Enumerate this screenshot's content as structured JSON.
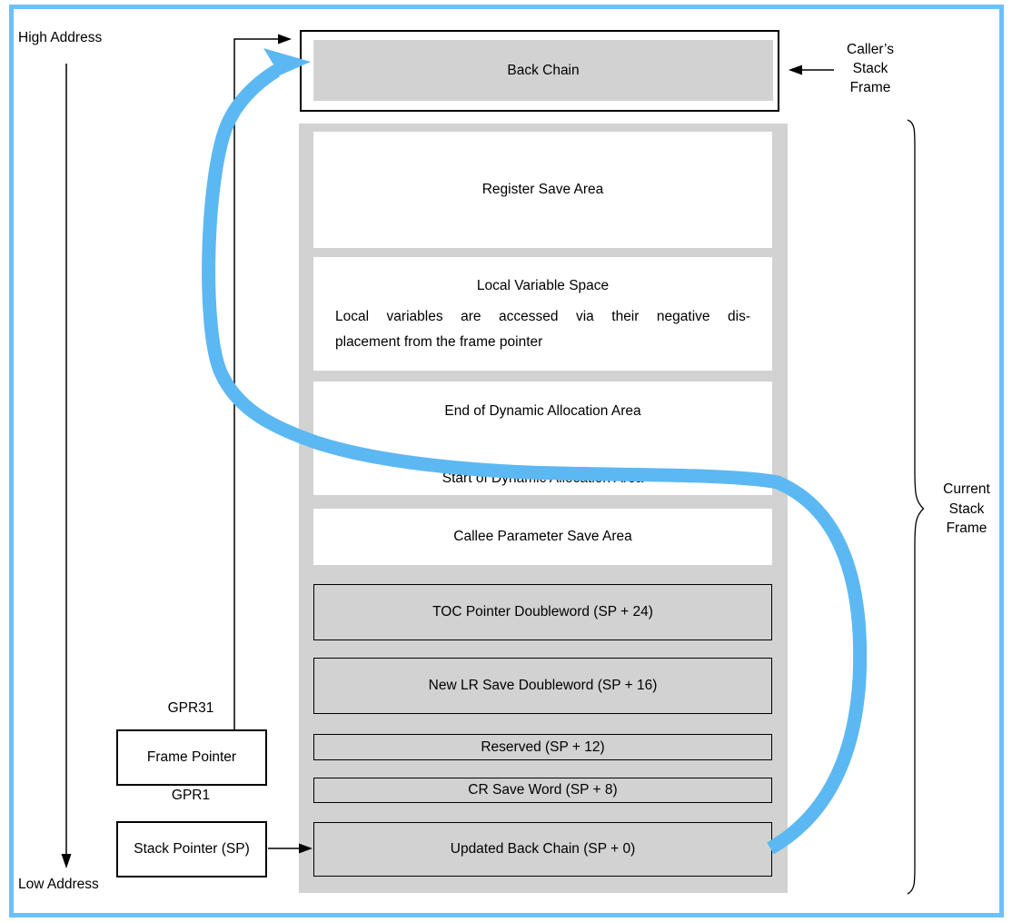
{
  "colors": {
    "accent_blue": "#5cb8f2",
    "frame_border_blue": "#6ec0f7",
    "panel_gray": "#d2d2d2"
  },
  "labels": {
    "high_address": "High Address",
    "low_address": "Low Address",
    "caller_stack_frame": "Caller’s\nStack\nFrame",
    "current_stack_frame": "Current\nStack\nFrame",
    "gpr31": "GPR31",
    "gpr1": "GPR1"
  },
  "registers": {
    "frame_pointer": "Frame Pointer",
    "stack_pointer": "Stack Pointer (SP)"
  },
  "stack_slots": {
    "back_chain": "Back Chain",
    "register_save": "Register Save Area",
    "local_variable_title": "Local Variable Space",
    "local_variable_desc_line1": "Local variables are accessed via their negative dis-",
    "local_variable_desc_line2": "placement from the frame pointer",
    "dynamic_end": "End of Dynamic Allocation Area",
    "dynamic_start": "Start of Dynamic Allocation Area",
    "callee_param_save": "Callee Parameter Save Area",
    "toc_pointer": "TOC Pointer Doubleword (SP + 24)",
    "new_lr_save": "New LR Save Doubleword (SP + 16)",
    "reserved": "Reserved (SP + 12)",
    "cr_save": "CR Save Word (SP + 8)",
    "updated_back_chain": "Updated Back Chain (SP + 0)"
  }
}
